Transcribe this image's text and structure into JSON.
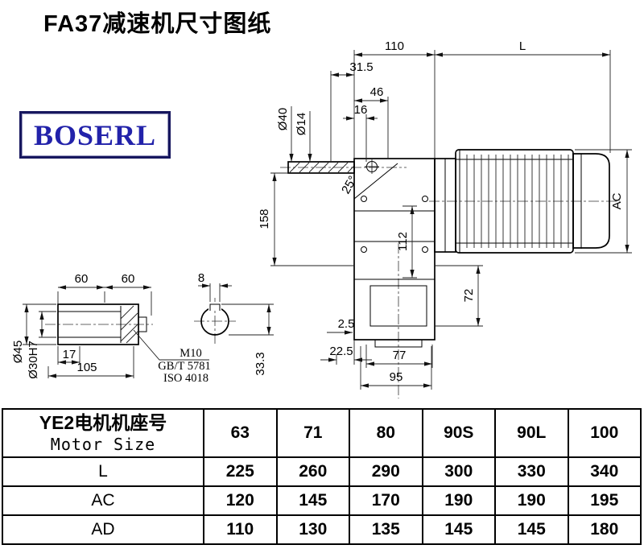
{
  "title": "FA37减速机尺寸图纸",
  "logo": "BOSERL",
  "drawing": {
    "main": {
      "d110": "110",
      "dL": "L",
      "d31_5": "31.5",
      "d46": "46",
      "d16": "16",
      "dia40": "Ø40",
      "dia14": "Ø14",
      "angle25": "25°",
      "d158": "158",
      "d112": "112",
      "dAC": "AC",
      "d72": "72",
      "d2_5": "2.5",
      "d22_5": "22.5",
      "d77": "77",
      "d95": "95"
    },
    "detail": {
      "d60a": "60",
      "d60b": "60",
      "d8": "8",
      "dia45": "Ø45",
      "dia30h7": "Ø30H7",
      "d17": "17",
      "d105": "105",
      "m10": "M10",
      "gbt5781": "GB/T 5781",
      "iso4018": "ISO 4018",
      "d33_3": "33.3"
    }
  },
  "table": {
    "header_cn": "YE2电机机座号",
    "header_en": "Motor Size",
    "sizes": [
      "63",
      "71",
      "80",
      "90S",
      "90L",
      "100"
    ],
    "rows": [
      {
        "label": "L",
        "values": [
          "225",
          "260",
          "290",
          "300",
          "330",
          "340"
        ]
      },
      {
        "label": "AC",
        "values": [
          "120",
          "145",
          "170",
          "190",
          "190",
          "195"
        ]
      },
      {
        "label": "AD",
        "values": [
          "110",
          "130",
          "135",
          "145",
          "145",
          "180"
        ]
      }
    ]
  }
}
